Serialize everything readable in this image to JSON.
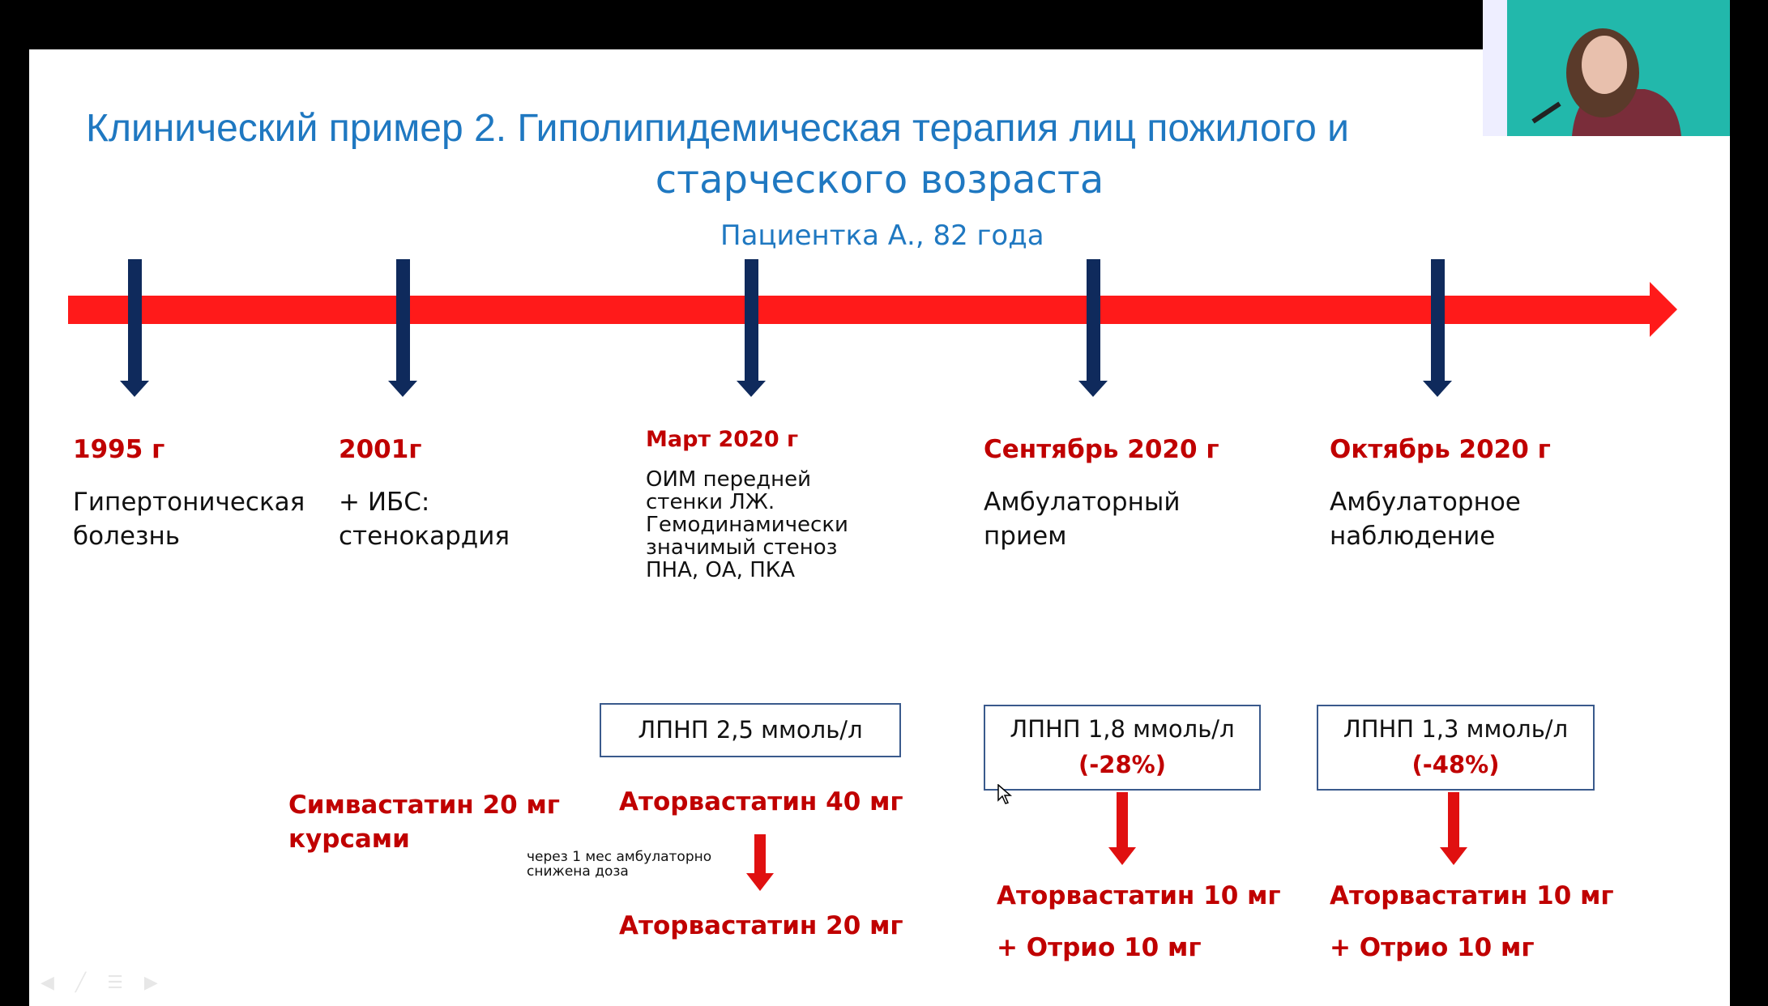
{
  "title_line1": "Клинический пример 2. Гиполипидемическая терапия лиц пожилого и",
  "title_line2": "старческого возраста",
  "subtitle": "Пациентка А., 82 года",
  "events": [
    {
      "year": "1995 г",
      "desc": "Гипертоническая болезнь"
    },
    {
      "year": "2001г",
      "desc": "+ ИБС: стенокардия"
    },
    {
      "year": "Март 2020 г",
      "desc": "ОИМ передней стенки ЛЖ. Гемодинамически значимый стеноз ПНА, ОА, ПКА"
    },
    {
      "year": "Сентябрь 2020 г",
      "desc": "Амбулаторный прием"
    },
    {
      "year": "Октябрь 2020 г",
      "desc": "Амбулаторное наблюдение"
    }
  ],
  "therapy": {
    "simva_1": "Симвастатин 20 мг",
    "simva_2": "курсами",
    "ldl1": "ЛПНП 2,5 ммоль/л",
    "ator40": "Аторвастатин 40 мг",
    "note": "через 1 мес амбулаторно снижена доза",
    "ator20": "Аторвастатин 20 мг",
    "ldl2": "ЛПНП 1,8 ммоль/л",
    "ldl2_change": "(-28%)",
    "ldl3": "ЛПНП 1,3 ммоль/л",
    "ldl3_change": "(-48%)",
    "ator10_a": "Аторвастатин 10 мг",
    "otrio_a": "+ Отрио 10 мг",
    "ator10_b": "Аторвастатин 10 мг",
    "otrio_b": "+ Отрио 10 мг"
  },
  "colors": {
    "title": "#1f78c1",
    "accent_red": "#c00000",
    "timeline": "#ff1a1a",
    "marker": "#0f2a5c"
  }
}
